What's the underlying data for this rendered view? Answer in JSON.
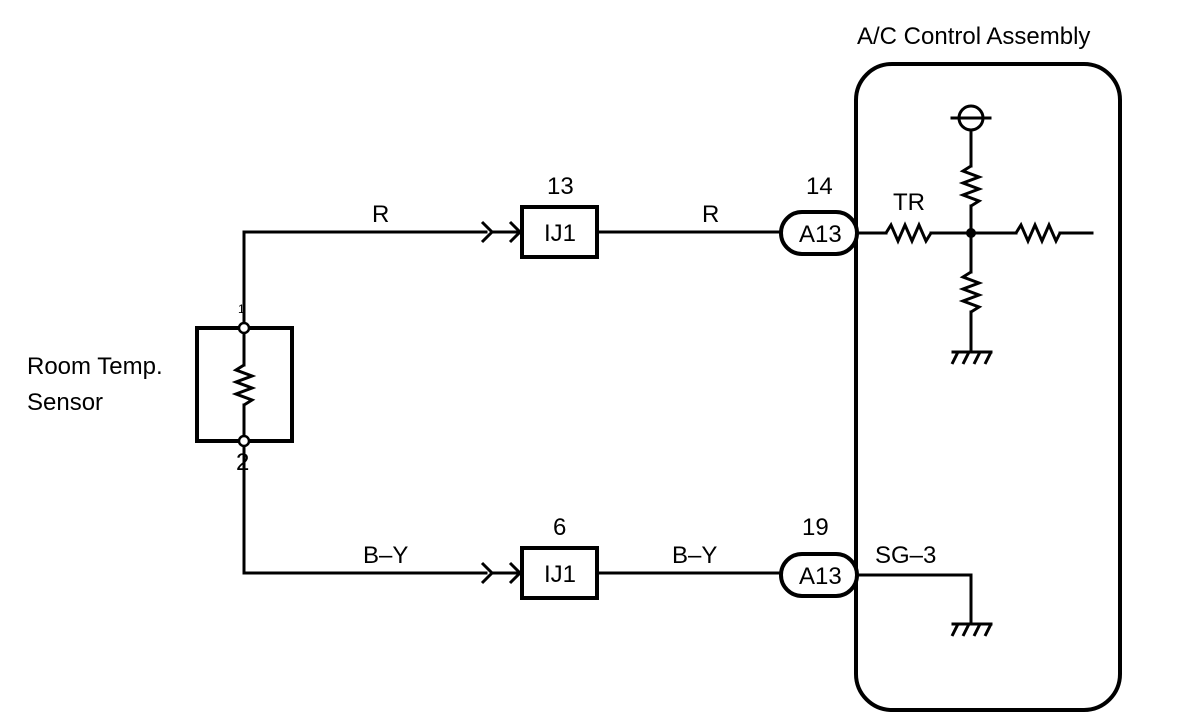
{
  "assembly": {
    "title": "A/C Control Assembly"
  },
  "sensor": {
    "name_line1": "Room Temp.",
    "name_line2": "Sensor",
    "pin_top": "1",
    "pin_bottom": "2"
  },
  "circuit_top": {
    "wire_left": "R",
    "junction_pin": "13",
    "junction_label": "IJ1",
    "wire_right": "R",
    "connector_pin": "14",
    "connector_label": "A13",
    "terminal": "TR"
  },
  "circuit_bottom": {
    "wire_left": "B–Y",
    "junction_pin": "6",
    "junction_label": "IJ1",
    "wire_right": "B–Y",
    "connector_pin": "19",
    "connector_label": "A13",
    "terminal": "SG–3"
  }
}
